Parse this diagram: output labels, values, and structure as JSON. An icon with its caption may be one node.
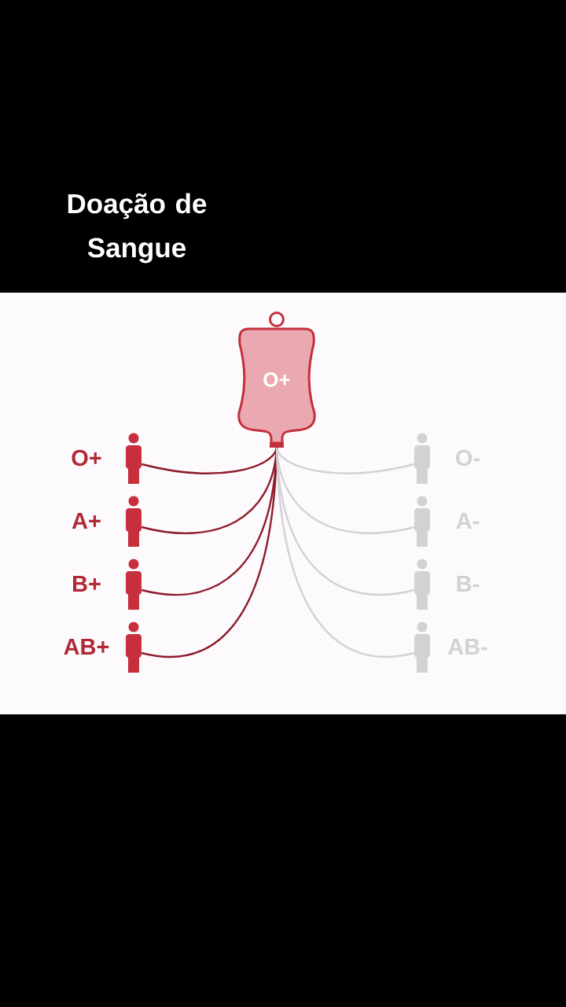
{
  "diagram": {
    "title": "Doação de Sangue",
    "nodes": [
      {
        "text": [
          "O+"
        ]
      },
      {
        "text": [],
        "shape": "person",
        "beside": [
          "O+"
        ]
      },
      {
        "text": [],
        "shape": "person",
        "beside": [
          "O-"
        ]
      },
      {
        "text": [],
        "shape": "person",
        "beside": [
          "A+"
        ]
      },
      {
        "text": [],
        "shape": "person",
        "beside": [
          "A-"
        ]
      },
      {
        "text": [],
        "shape": "person",
        "beside": [
          "B+"
        ]
      },
      {
        "text": [],
        "shape": "person",
        "beside": [
          "B-"
        ]
      },
      {
        "text": [],
        "shape": "person",
        "beside": [
          "AB+"
        ]
      },
      {
        "text": [],
        "shape": "person",
        "beside": [
          "AB-"
        ]
      }
    ],
    "edges": [
      {
        "from": 0,
        "to": 1,
        "arrow": "none"
      },
      {
        "from": 0,
        "to": 2,
        "arrow": "none",
        "color": "#d4d1d5"
      },
      {
        "from": 0,
        "to": 3,
        "arrow": "none"
      },
      {
        "from": 0,
        "to": 4,
        "arrow": "none",
        "color": "#d4d1d5"
      },
      {
        "from": 0,
        "to": 5,
        "arrow": "none"
      },
      {
        "from": 0,
        "to": 6,
        "arrow": "none",
        "color": "#d4d1d5"
      },
      {
        "from": 0,
        "to": 7,
        "arrow": "none"
      },
      {
        "from": 0,
        "to": 8,
        "arrow": "none",
        "color": "#d4d1d5"
      }
    ]
  }
}
